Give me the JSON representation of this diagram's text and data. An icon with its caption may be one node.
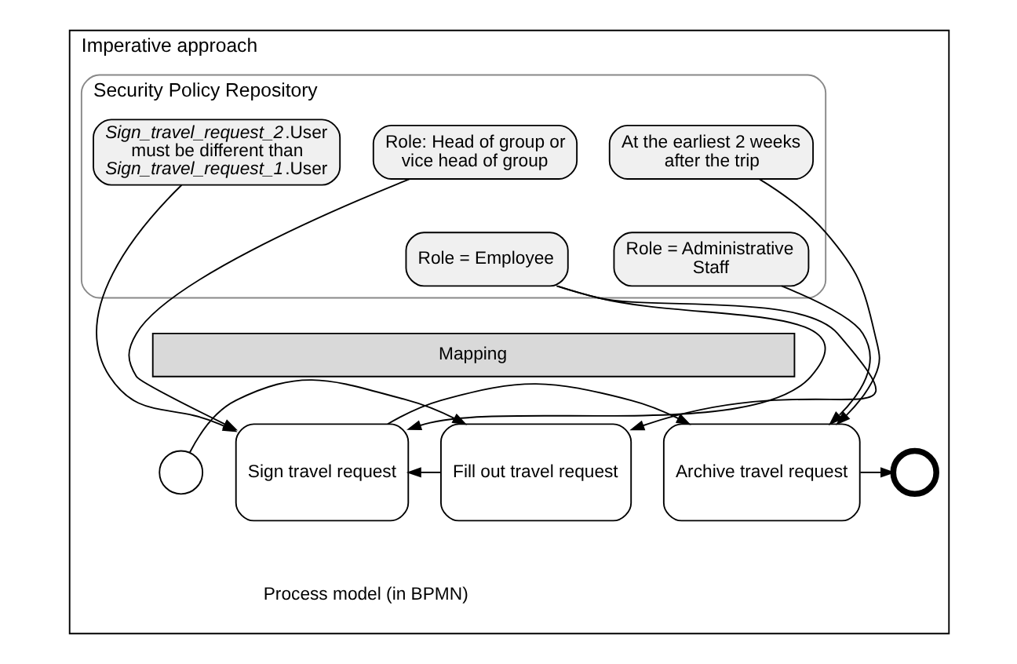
{
  "diagram": {
    "nodes": [
      {
        "text": [
          "Imperative approach"
        ]
      },
      {
        "text": [
          "Security Policy Repository"
        ],
        "in": 0
      },
      {
        "text": [
          "Role: Head of group or vice head of group"
        ],
        "in": 1
      },
      {
        "text": [
          "At the earliest 2 weeks after the trip"
        ],
        "in": 1
      },
      {
        "text": [
          "Role = Employee"
        ],
        "in": 1
      },
      {
        "text": [
          "*Sign_travel_request_2*.User must be different than *Sign_travel_request_1*.User"
        ],
        "in": 1
      },
      {
        "text": [
          "Role = Administrative Staff"
        ],
        "in": 1
      },
      {
        "text": [
          "Mapping"
        ],
        "in": 0
      },
      {
        "text": [],
        "shape": "circle",
        "in": 0
      },
      {
        "text": [
          "Fill out travel request"
        ],
        "in": 0
      },
      {
        "text": [
          "Sign travel request"
        ],
        "in": 0
      },
      {
        "text": [
          "Archive travel request"
        ],
        "in": 0
      },
      {
        "text": [],
        "shape": "circle",
        "in": 0
      }
    ],
    "edges": [
      {
        "from": 4,
        "to": 9,
        "arrow": "to"
      },
      {
        "from": 4,
        "to": 10,
        "arrow": "to"
      },
      {
        "from": 2,
        "to": 10,
        "arrow": "to"
      },
      {
        "from": 5,
        "to": 10,
        "arrow": "to"
      },
      {
        "from": 3,
        "to": 11,
        "arrow": "to"
      },
      {
        "from": 6,
        "to": 11,
        "arrow": "to"
      },
      {
        "from": 8,
        "to": 9,
        "arrow": "to"
      },
      {
        "from": 9,
        "to": 10,
        "arrow": "to"
      },
      {
        "from": 10,
        "to": 11,
        "arrow": "to"
      },
      {
        "from": 11,
        "to": 12,
        "arrow": "to"
      }
    ],
    "labels": [
      "Process model (in BPMN)"
    ]
  }
}
